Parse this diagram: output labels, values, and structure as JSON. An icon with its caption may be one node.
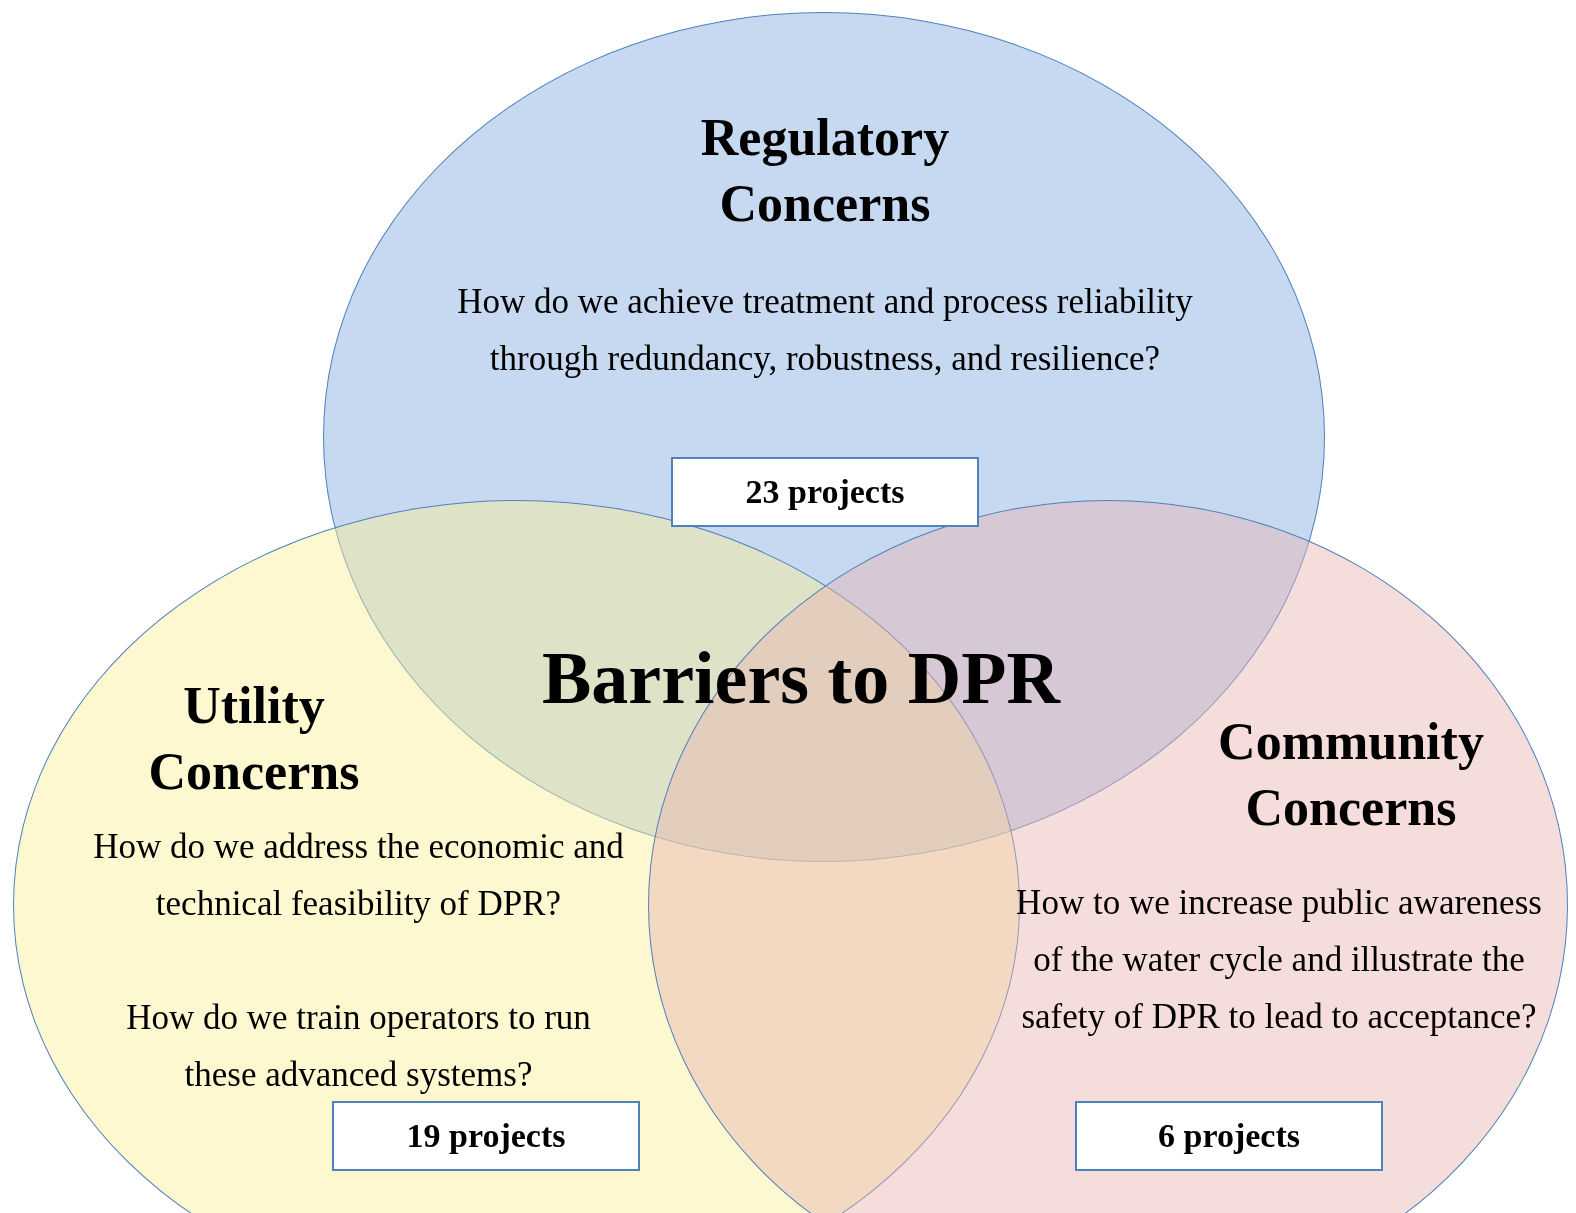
{
  "diagram": {
    "nodes": [
      {
        "text": [
          "Regulatory Concerns",
          "How do we achieve treatment and process reliability through redundancy, robustness, and resilience?"
        ]
      },
      {
        "text": [
          "23 projects"
        ],
        "in": 0
      },
      {
        "text": [
          "Utility Concerns",
          "How do we address the economic and technical feasibility of DPR?",
          "How do we train operators to run these advanced systems?"
        ]
      },
      {
        "text": [
          "19 projects"
        ],
        "in": 2
      },
      {
        "text": [
          "Community Concerns",
          "How to we increase public awareness of the water cycle and illustrate the safety of DPR to lead to acceptance?"
        ]
      },
      {
        "text": [
          "6 projects"
        ],
        "in": 4
      }
    ],
    "labels": [
      "Barriers to DPR"
    ]
  }
}
